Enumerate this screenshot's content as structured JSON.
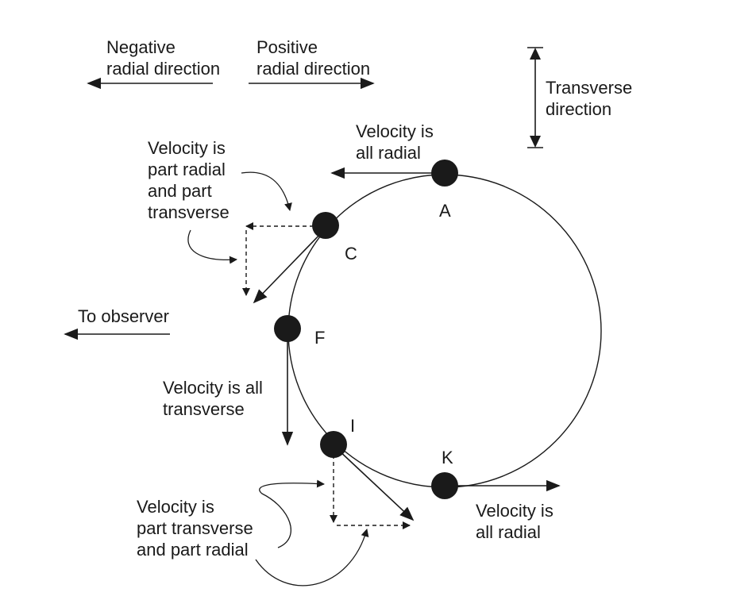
{
  "labels": {
    "negative_radial": [
      "Negative",
      "radial direction"
    ],
    "positive_radial": [
      "Positive",
      "radial direction"
    ],
    "transverse_direction": [
      "Transverse",
      "direction"
    ],
    "to_observer": "To observer",
    "velocity_a": [
      "Velocity is",
      "all radial"
    ],
    "velocity_c": [
      "Velocity is",
      "part radial",
      "and part",
      "transverse"
    ],
    "velocity_f": [
      "Velocity is all",
      "transverse"
    ],
    "velocity_i": [
      "Velocity is",
      "part transverse",
      "and part radial"
    ],
    "velocity_k": [
      "Velocity is",
      "all radial"
    ]
  },
  "points": [
    {
      "id": "A",
      "label": "A"
    },
    {
      "id": "C",
      "label": "C"
    },
    {
      "id": "F",
      "label": "F"
    },
    {
      "id": "I",
      "label": "I"
    },
    {
      "id": "K",
      "label": "K"
    }
  ],
  "colors": {
    "ink": "#1a1a1a",
    "background": "#ffffff"
  }
}
